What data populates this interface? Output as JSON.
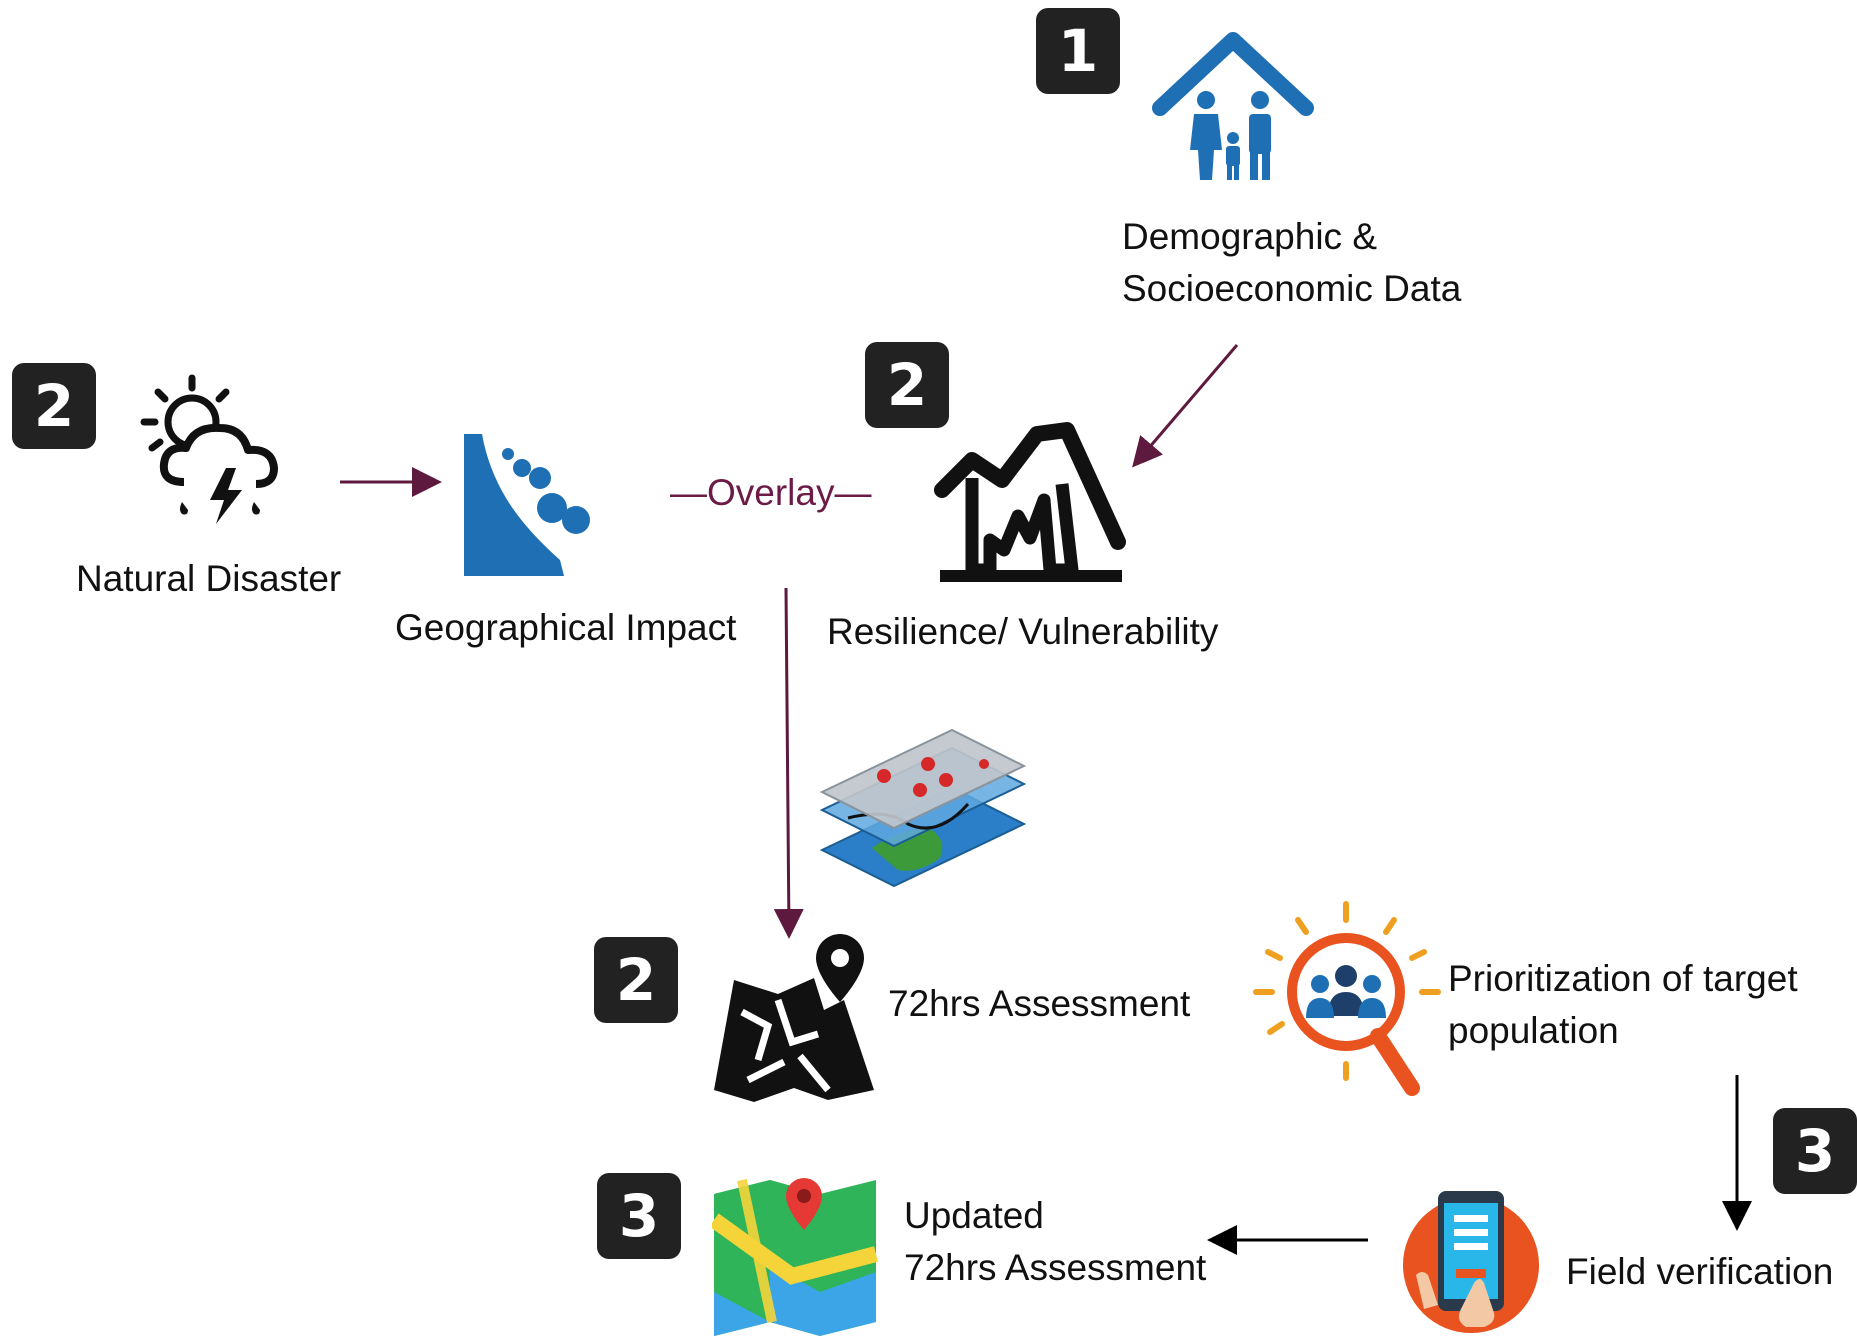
{
  "badges": {
    "demographic": "1",
    "natural_disaster": "2",
    "resilience": "2",
    "assessment_72": "2",
    "field_verification": "3",
    "updated_assessment": "3"
  },
  "labels": {
    "demographic_line1": "Demographic &",
    "demographic_line2": "Socioeconomic Data",
    "natural_disaster": "Natural Disaster",
    "geographical_impact": "Geographical Impact",
    "overlay": "—Overlay—",
    "resilience": "Resilience/ Vulnerability",
    "assessment_72": "72hrs Assessment",
    "prioritization_line1": "Prioritization of target",
    "prioritization_line2": "population",
    "field_verification": "Field verification",
    "updated_line1": "Updated",
    "updated_line2": "72hrs Assessment"
  },
  "icons": [
    "family-house-icon",
    "storm-weather-icon",
    "landslide-icon",
    "damaged-house-icon",
    "gis-layers-icon",
    "map-pin-icon",
    "magnifier-people-icon",
    "tablet-register-icon",
    "google-map-icon"
  ],
  "colors": {
    "arrow": "#5e1a3e",
    "badge": "#222222",
    "blue_icon": "#1f6fb5",
    "orange_icon": "#e8531f"
  }
}
